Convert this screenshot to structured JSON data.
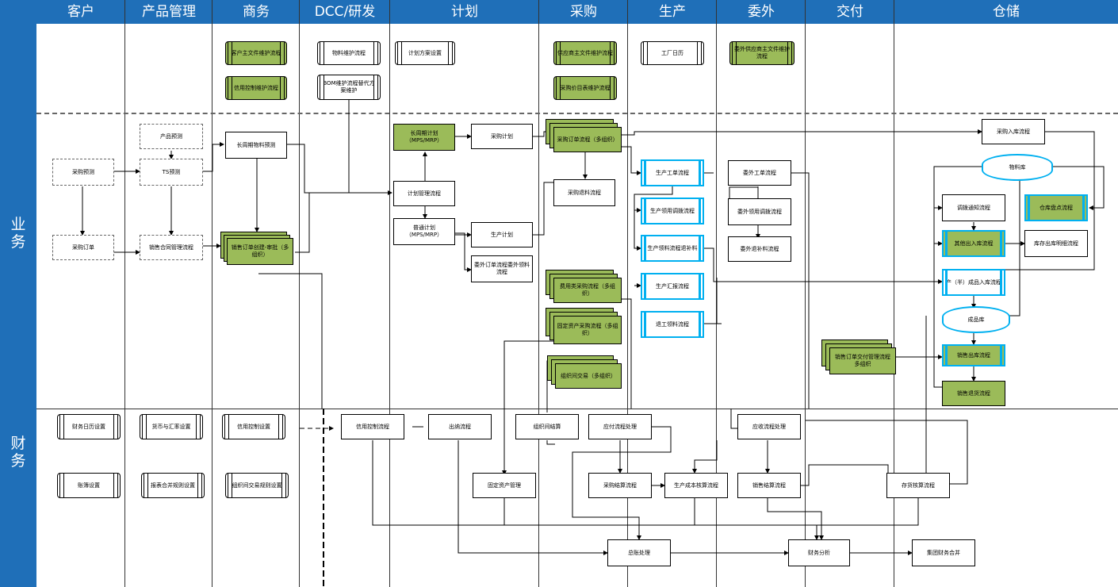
{
  "lanes": [
    "客户",
    "产品管理",
    "商务",
    "DCC/研发",
    "计划",
    "采购",
    "生产",
    "委外",
    "交付",
    "仓储"
  ],
  "sections": {
    "business": "业\n务",
    "finance": "财\n务"
  },
  "master": {
    "customer_master": "客户主文件维护流程",
    "credit_control": "信用控制维护流程",
    "material_maint": "物料维护流程",
    "bom_maint": "BOM维护流程替代方案维护",
    "plan_config": "计划方案设置",
    "vendor_master": "供应商主文件维护流程",
    "purchase_price": "采购价目表维护流程",
    "factory_calendar": "工厂日历",
    "outsource_vendor": "委外供应商主文件维护流程"
  },
  "business": {
    "product_forecast": "产品预测",
    "procurement_forecast": "采购预测",
    "ts_forecast": "TS预测",
    "purchase_order_cust": "采购订单",
    "sales_contract": "销售合同管理流程",
    "long_cycle_material": "长周期物料预测",
    "sales_order_review": "销售订单创建-审批（多组织）",
    "long_cycle_plan": "长周期计划（MPS/MRP）",
    "plan_management": "计划管理流程",
    "normal_plan": "普通计划（MPS/MRP）",
    "purchase_plan": "采购计划",
    "production_plan": "生产计划",
    "outsource_order_plan": "委外订单流程委外领料流程",
    "po_process": "采购订单流程（多组织）",
    "purchase_return": "采购退料流程",
    "expense_purchase": "费用类采购流程（多组织）",
    "fixed_asset_purchase": "固定资产采购流程（多组织）",
    "inter_org_trade": "组织间交易（多组织）",
    "work_order": "生产工单流程",
    "prod_issue_adjust": "生产领用调拨流程",
    "prod_return": "生产领料流程退补料",
    "prod_report": "生产汇报流程",
    "rework_return": "退工领料流程",
    "outsource_work_order": "委外工单流程",
    "outsource_issue": "委外领用调拨流程",
    "outsource_return": "委外退补料流程",
    "sales_delivery_mgmt": "销售订单交付管理流程多组织",
    "purchase_receipt": "采购入库流程",
    "raw_material_store": "物料库",
    "transfer_notice": "调拨通知流程",
    "inventory_check": "仓库盘点流程",
    "other_io": "其他出入库流程",
    "stock_inquiry": "库存出库明细流程",
    "finished_receipt": "产（半）成品入库流程",
    "finished_store": "成品库",
    "sales_outbound": "销售出库流程",
    "sales_return": "销售退货流程"
  },
  "finance": {
    "fiscal_calendar": "财务日历设置",
    "currency_rate": "货币与汇率设置",
    "credit_setup": "信用控制设置",
    "ledger_setup": "账簿设置",
    "consolidation_rules": "报表合并规则设置",
    "inter_org_rules": "组织间交易规则设置",
    "credit_process": "信用控制流程",
    "cashier": "出纳流程",
    "inter_org_settle": "组织间结算",
    "payable": "应付流程处理",
    "receivable": "应收流程处理",
    "fixed_asset_mgmt": "固定资产管理",
    "purchase_settle": "采购结算流程",
    "cost_accounting": "生产成本核算流程",
    "sales_settle": "销售结算流程",
    "inventory_accounting": "存货核算流程",
    "general_ledger": "总账处理",
    "financial_analysis": "财务分析",
    "group_consolidation": "集团财务合并"
  },
  "colors": {
    "lane_blue": "#1f6fb8",
    "green": "#9bbb59",
    "cyan": "#00b0f0"
  }
}
